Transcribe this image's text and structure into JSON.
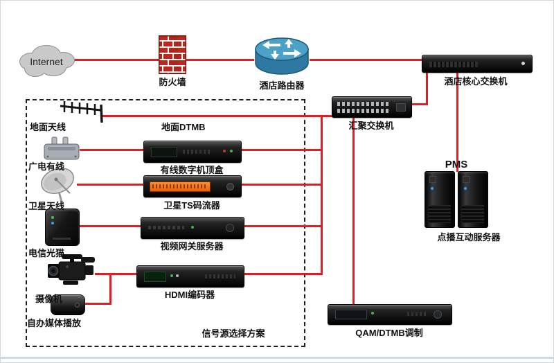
{
  "colors": {
    "connection_line": "#e01e24",
    "device_black": "#111111",
    "firewall_brick": "#c0271c",
    "router_blue": "#4ba1c8",
    "label_text": "#111111"
  },
  "nodes": {
    "internet": {
      "label": "Internet"
    },
    "firewall": {
      "label": "防火墙"
    },
    "router": {
      "label": "酒店路由器"
    },
    "core_switch": {
      "label": "酒店核心交换机"
    },
    "aggregation_switch": {
      "label": "汇聚交换机"
    },
    "pms": {
      "label": "PMS"
    },
    "vod_server": {
      "label": "点播互动服务器"
    },
    "terrestrial_antenna": {
      "label": "地面天线"
    },
    "terrestrial_dtmb": {
      "label": "地面DTMB"
    },
    "cable_broadcast": {
      "label": "广电有线"
    },
    "cable_stb": {
      "label": "有线数字机顶盒"
    },
    "satellite_antenna": {
      "label": "卫星天线"
    },
    "satellite_ts": {
      "label": "卫星TS码流器"
    },
    "telecom_modem": {
      "label": "电信光猫"
    },
    "video_gateway": {
      "label": "视频网关服务器"
    },
    "camera": {
      "label": "摄像机"
    },
    "hdmi_encoder": {
      "label": "HDMI编码器"
    },
    "self_media": {
      "label": "自办媒体播放"
    },
    "qam_modulator": {
      "label": "QAM/DTMB调制"
    }
  },
  "group": {
    "signal_source": {
      "label": "信号源选择方案"
    }
  }
}
